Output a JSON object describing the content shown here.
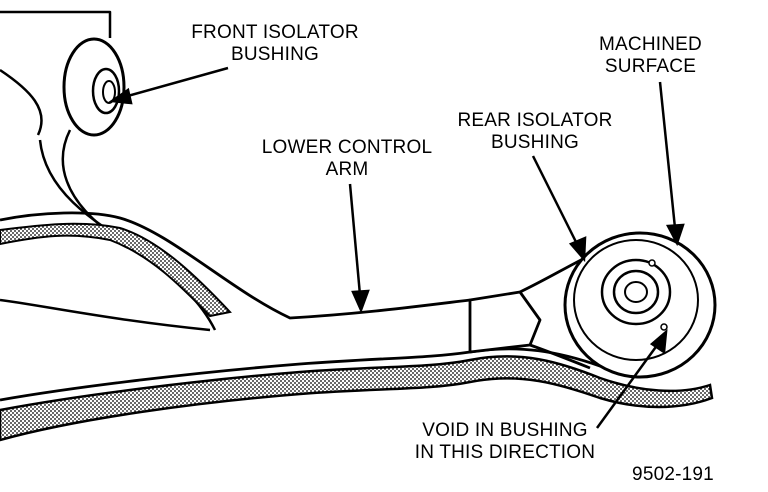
{
  "labels": {
    "front_isolator": [
      "FRONT ISOLATOR",
      "BUSHING"
    ],
    "machined_surface": [
      "MACHINED",
      "SURFACE"
    ],
    "rear_isolator": [
      "REAR ISOLATOR",
      "BUSHING"
    ],
    "lower_control_arm": [
      "LOWER CONTROL",
      "ARM"
    ],
    "void_in_bushing": [
      "VOID IN BUSHING",
      "IN THIS DIRECTION"
    ]
  },
  "figure_number": "9502-191",
  "colors": {
    "ink": "#000000",
    "paper": "#ffffff",
    "shade": "#9a9a9a"
  }
}
